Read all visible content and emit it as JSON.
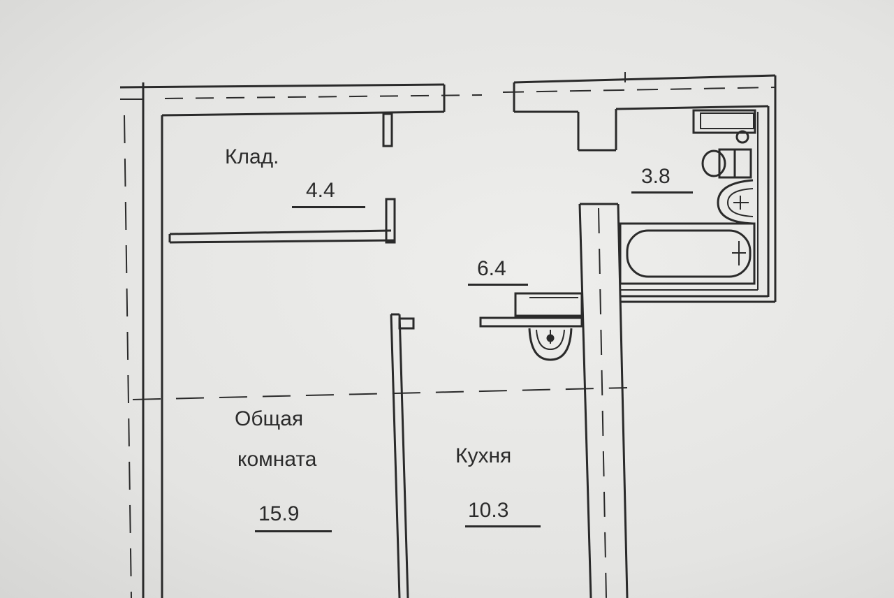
{
  "rooms": {
    "storage": {
      "name": "Клад.",
      "area": "4.4"
    },
    "hall": {
      "area": "6.4"
    },
    "bathroom": {
      "area": "3.8"
    },
    "living": {
      "name_line1": "Общая",
      "name_line2": "комната",
      "area": "15.9"
    },
    "kitchen": {
      "name": "Кухня",
      "area": "10.3"
    }
  },
  "colors": {
    "paper": "#e6e6e4",
    "ink": "#2a2a2a"
  }
}
